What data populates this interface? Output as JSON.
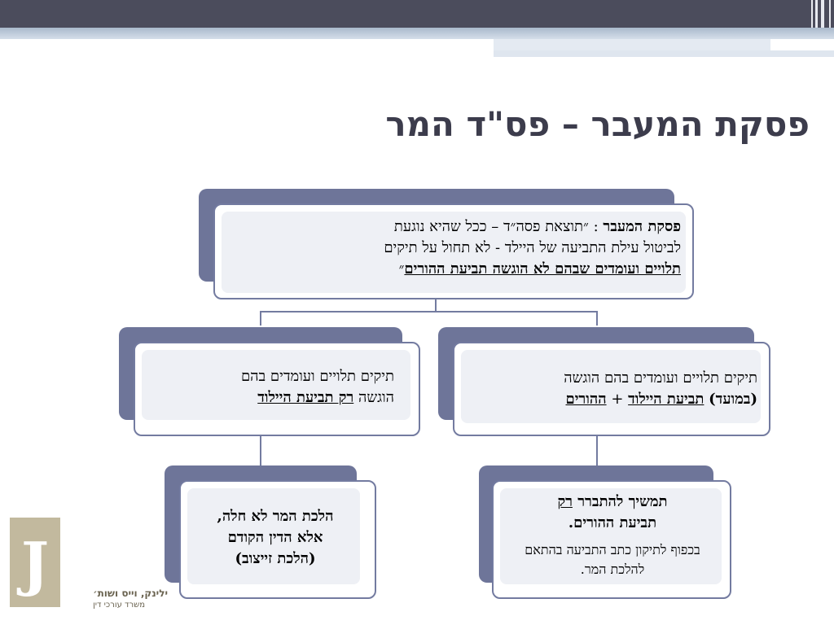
{
  "slide": {
    "title": "פסקת המעבר – פס\"ד המר"
  },
  "top_box": {
    "term": "פסקת המעבר",
    "colon": " : ",
    "quote_line1": "״תוצאת פסה״ד – ככל שהיא נוגעת",
    "line2": "לביטול עילת התביעה של היילד - לא תחול על תיקים",
    "emph": "תלויים ועומדים שבהם לא הוגשה תביעת ההורים",
    "close_quote": "״"
  },
  "mid_right": {
    "line1": "תיקים תלויים ועומדים בהם הוגשה",
    "open_paren": "(",
    "timely": "במועד",
    "close_paren": ")",
    "birth_claim": "תביעת היילוד",
    "plus": " + ",
    "parents_claim": "ההורים"
  },
  "mid_left": {
    "line1": "תיקים תלויים ועומדים בהם",
    "line2_prefix": "הוגשה ",
    "emph": "רק תביעת היילוד"
  },
  "bottom_right": {
    "bold_prefix": "תמשיך להתברר ",
    "emph": "רק",
    "bold_line2": "תביעת ההורים.",
    "note": "בכפוף לתיקון כתב התביעה בהתאם להלכת המר."
  },
  "bottom_left": {
    "line1": "הלכת המר לא חלה,",
    "line2": "אלא הדין הקודם",
    "line3": "(הלכת זייצוב)"
  },
  "logo": {
    "letter": "J",
    "firm_name": "ילינק, וייס ושות׳",
    "firm_sub": "משרד עורכי דין"
  }
}
